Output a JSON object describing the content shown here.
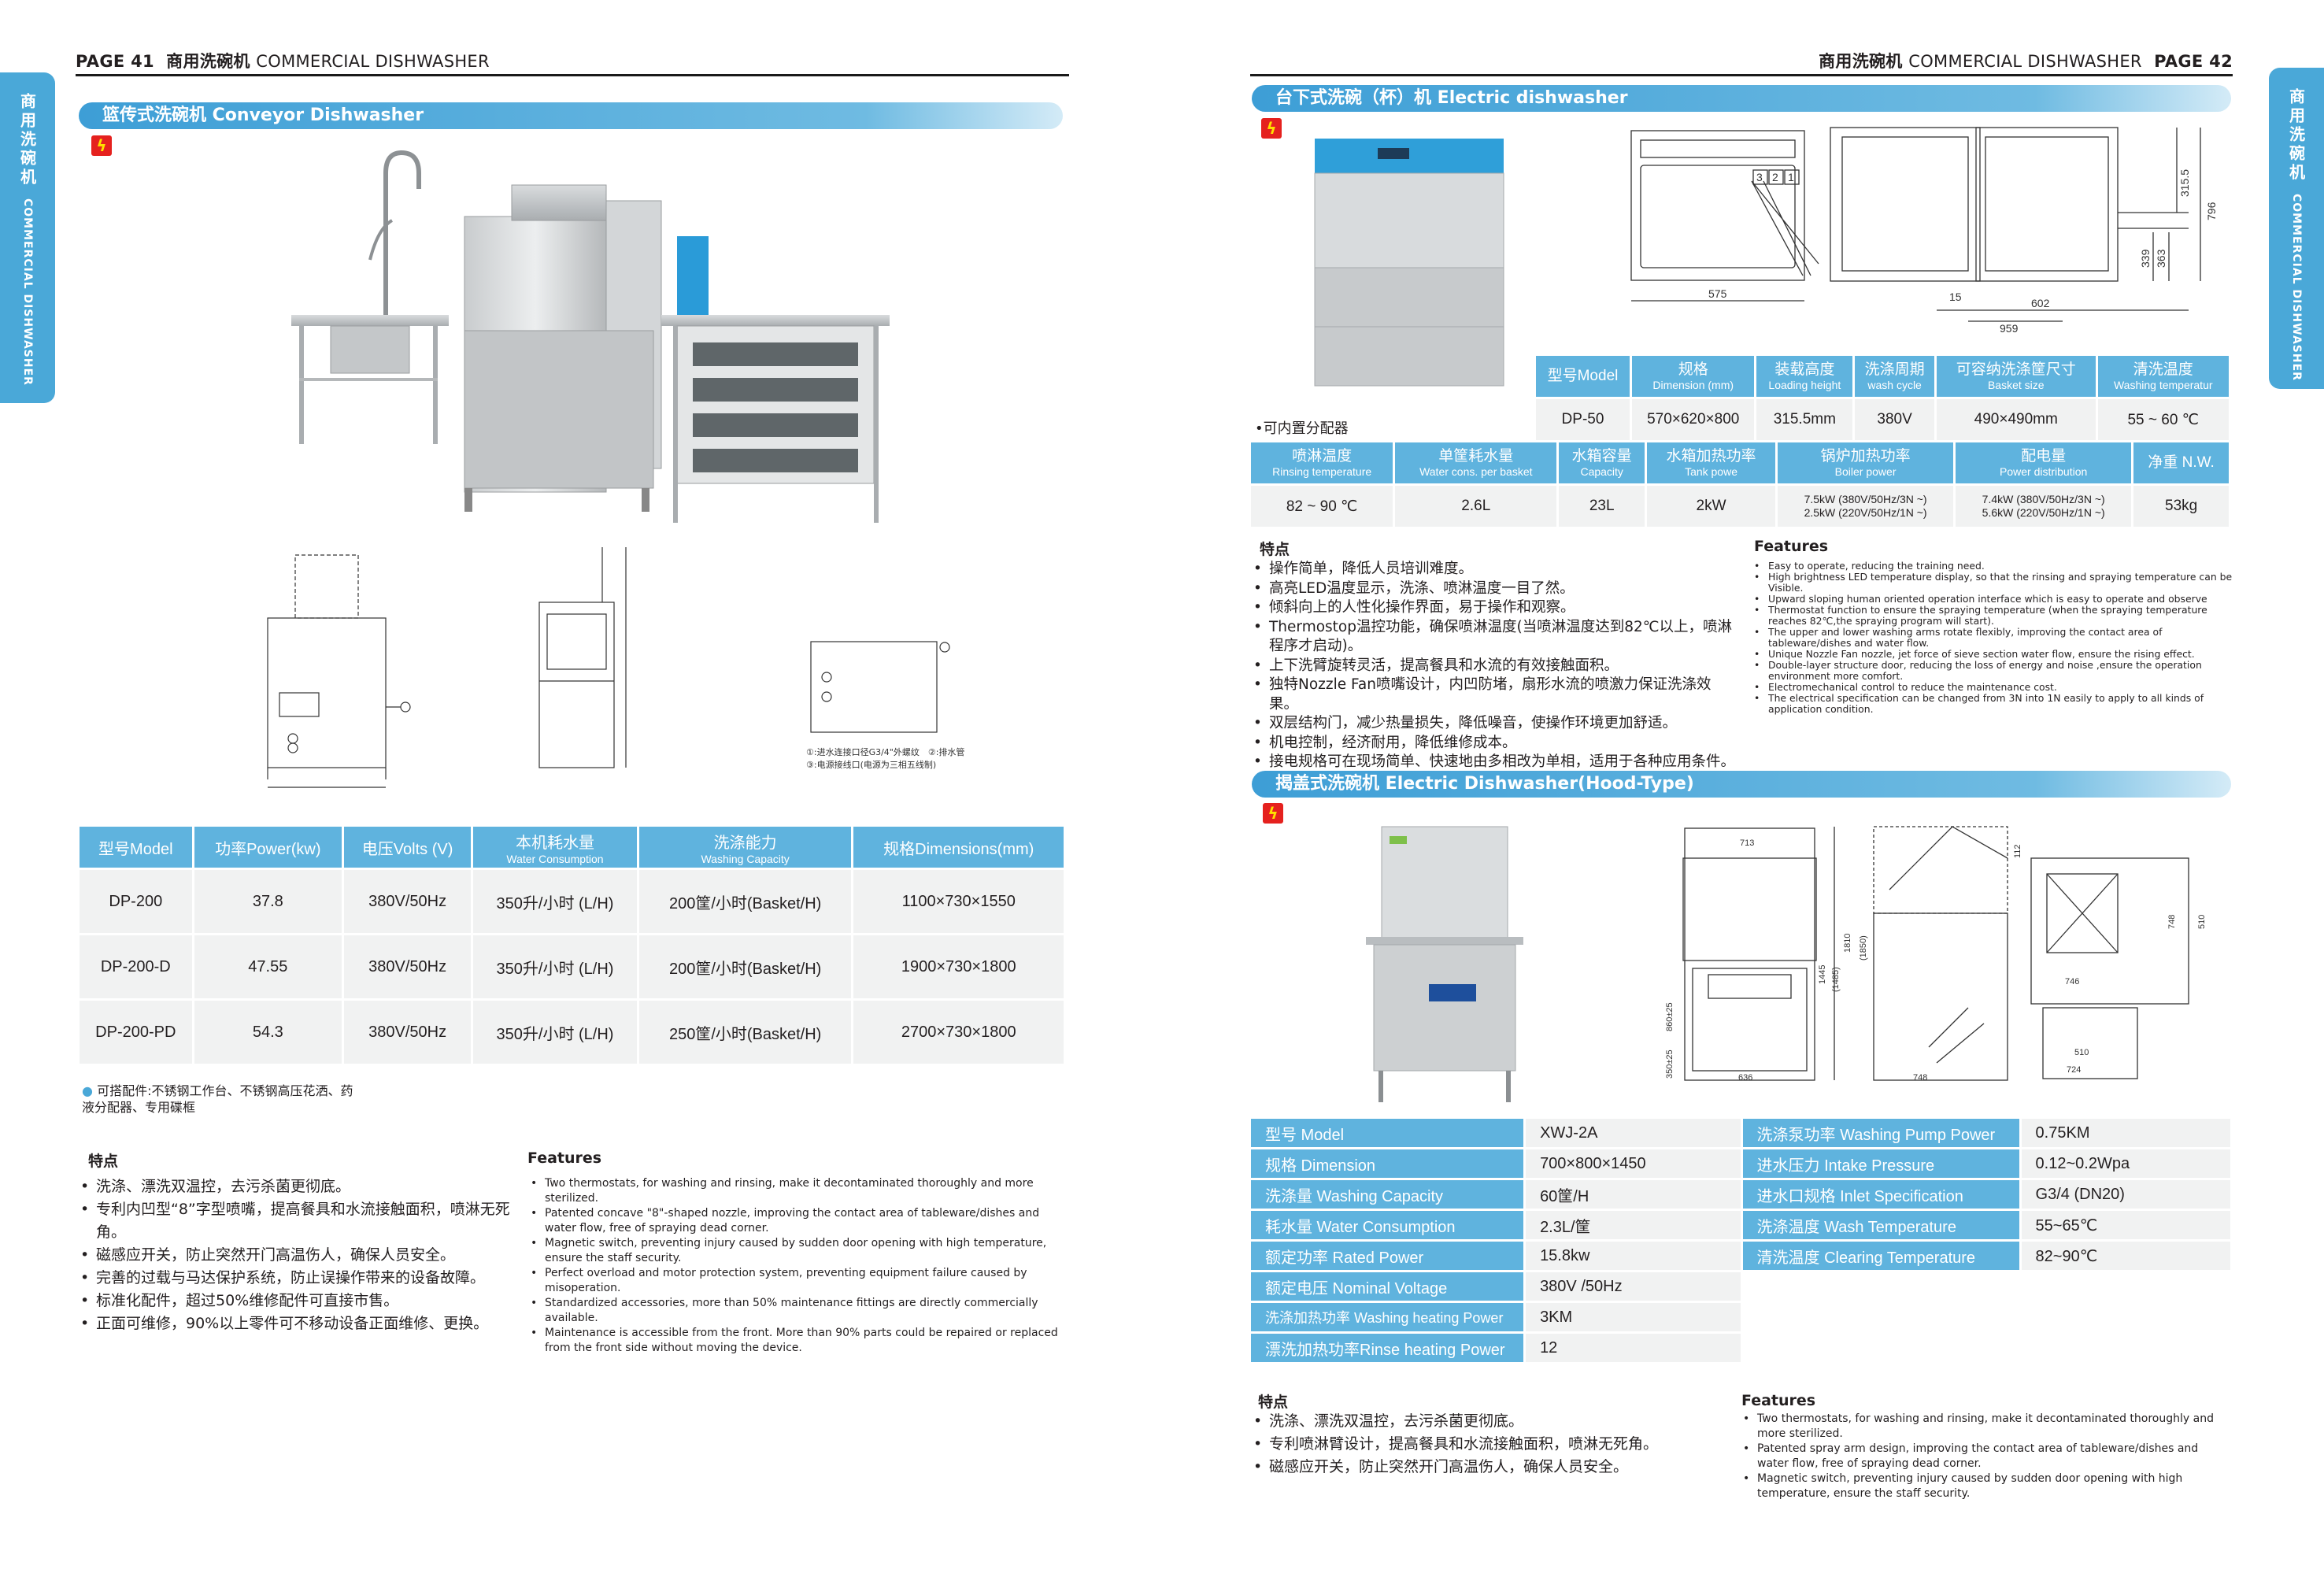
{
  "page_left": {
    "header": {
      "page_no": "PAGE 41",
      "title_cn": "商用洗碗机",
      "title_en": "COMMERCIAL DISHWASHER"
    },
    "side_tab": {
      "cn": "商用洗碗机",
      "en": "COMMERCIAL DISHWASHER"
    },
    "section": {
      "title": "篮传式洗碗机 Conveyor Dishwasher"
    },
    "drawing_note1": "①:进水连接口径G3/4\"外螺纹　②:排水管",
    "drawing_note2": "③:电源接线口(电源为三相五线制)",
    "table": {
      "headers": [
        {
          "main": "型号Model",
          "sub": ""
        },
        {
          "main": "功率Power(kw)",
          "sub": ""
        },
        {
          "main": "电压Volts (V)",
          "sub": ""
        },
        {
          "main": "本机耗水量",
          "sub": "Water Consumption"
        },
        {
          "main": "洗涤能力",
          "sub": "Washing Capacity"
        },
        {
          "main": "规格Dimensions(mm)",
          "sub": ""
        }
      ],
      "rows": [
        [
          "DP-200",
          "37.8",
          "380V/50Hz",
          "350升/小时 (L/H)",
          "200筐/小时(Basket/H)",
          "1100×730×1550"
        ],
        [
          "DP-200-D",
          "47.55",
          "380V/50Hz",
          "350升/小时 (L/H)",
          "200筐/小时(Basket/H)",
          "1900×730×1800"
        ],
        [
          "DP-200-PD",
          "54.3",
          "380V/50Hz",
          "350升/小时 (L/H)",
          "250筐/小时(Basket/H)",
          "2700×730×1800"
        ]
      ]
    },
    "accessory_note": "可搭配件:不锈钢工作台、不锈钢高压花洒、药液分配器、专用碟框",
    "features_cn_title": "特点",
    "features_cn": [
      "洗涤、漂洗双温控，去污杀菌更彻底。",
      "专利内凹型“8”字型喷嘴，提高餐具和水流接触面积，喷淋无死角。",
      "磁感应开关，防止突然开门高温伤人，确保人员安全。",
      "完善的过载与马达保护系统，防止误操作带来的设备故障。",
      "标准化配件，超过50%维修配件可直接市售。",
      "正面可维修，90%以上零件可不移动设备正面维修、更换。"
    ],
    "features_en_title": "Features",
    "features_en": [
      "Two thermostats, for washing and rinsing, make it decontaminated thoroughly and more sterilized.",
      "Patented concave \"8\"-shaped nozzle, improving the contact area of tableware/dishes and water flow, free of spraying dead corner.",
      "Magnetic switch, preventing injury caused by sudden door opening with high temperature, ensure the staff security.",
      "Perfect overload and motor protection system, preventing equipment failure caused by misoperation.",
      "Standardized accessories, more than 50% maintenance fittings are directly commercially available.",
      "Maintenance is accessible from the front. More than 90% parts could be repaired or replaced from the front side without moving the device."
    ]
  },
  "page_right": {
    "header": {
      "page_no": "PAGE 42",
      "title_cn": "商用洗碗机",
      "title_en": "COMMERCIAL DISHWASHER"
    },
    "side_tab": {
      "cn": "商用洗碗机",
      "en": "COMMERCIAL DISHWASHER"
    },
    "section1": {
      "title": "台下式洗碗（杯）机 Electric dishwasher",
      "dispenser_note": "•可内置分配器",
      "dims": {
        "w575": "575",
        "d602": "602",
        "d959": "959",
        "s15": "15",
        "h315": "315.5",
        "h796": "796",
        "h339": "339",
        "h363": "363",
        "c3": "3",
        "c2": "2",
        "c1": "1"
      },
      "table_top": {
        "headers": [
          {
            "main": "型号Model",
            "sub": ""
          },
          {
            "main": "规格",
            "sub": "Dimension (mm)"
          },
          {
            "main": "装载高度",
            "sub": "Loading height"
          },
          {
            "main": "洗涤周期",
            "sub": "wash cycle"
          },
          {
            "main": "可容纳洗涤筐尺寸",
            "sub": "Basket size"
          },
          {
            "main": "清洗温度",
            "sub": "Washing temperatur"
          }
        ],
        "row": [
          "DP-50",
          "570×620×800",
          "315.5mm",
          "380V",
          "490×490mm",
          "55 ~ 60 ℃"
        ]
      },
      "table_bottom": {
        "headers": [
          {
            "main": "喷淋温度",
            "sub": "Rinsing temperature"
          },
          {
            "main": "单筐耗水量",
            "sub": "Water cons. per basket"
          },
          {
            "main": "水箱容量",
            "sub": "Capacity"
          },
          {
            "main": "水箱加热功率",
            "sub": "Tank powe"
          },
          {
            "main": "锅炉加热功率",
            "sub": "Boiler power"
          },
          {
            "main": "配电量",
            "sub": "Power distribution"
          },
          {
            "main": "净重 N.W.",
            "sub": ""
          }
        ],
        "row": [
          "82 ~ 90 ℃",
          "2.6L",
          "23L",
          "2kW",
          "7.5kW (380V/50Hz/3N ~)\n2.5kW (220V/50Hz/1N ~)",
          "7.4kW (380V/50Hz/3N ~)\n5.6kW (220V/50Hz/1N ~)",
          "53kg"
        ]
      },
      "features_cn_title": "特点",
      "features_cn": [
        "操作简单，降低人员培训难度。",
        "高亮LED温度显示，洗涤、喷淋温度一目了然。",
        "倾斜向上的人性化操作界面，易于操作和观察。",
        "Thermostop温控功能，确保喷淋温度(当喷淋温度达到82℃以上，喷淋程序才启动)。",
        "上下洗臂旋转灵活，提高餐具和水流的有效接触面积。",
        "独特Nozzle Fan喷嘴设计，内凹防堵，扇形水流的喷激力保证洗涤效果。",
        "双层结构门，减少热量损失，降低噪音，使操作环境更加舒适。",
        "机电控制，经济耐用，降低维修成本。",
        "接电规格可在现场简单、快速地由多相改为单相，适用于各种应用条件。"
      ],
      "features_en_title": "Features",
      "features_en": [
        "Easy to operate, reducing the training need.",
        "High brightness LED temperature display, so that the rinsing and spraying temperature can be Visible.",
        "Upward sloping human oriented operation interface which is easy to operate and observe",
        "Thermostat function to ensure the spraying temperature (when the spraying temperature reaches 82℃,the spraying program will start).",
        "The upper and lower washing arms rotate flexibly, improving the contact area of tableware/dishes and water flow.",
        "Unique Nozzle Fan nozzle, jet force of sieve section water flow, ensure the rising effect.",
        "Double-layer structure door, reducing the loss of energy and noise ,ensure the operation environment more comfort.",
        "Electromechanical control to reduce the maintenance cost.",
        "The electrical specification can be changed from 3N into 1N easily to apply to all kinds of application condition."
      ]
    },
    "section2": {
      "title": "揭盖式洗碗机 Electric Dishwasher(Hood-Type)",
      "dims": {
        "d713": "713",
        "d636": "636",
        "d748": "748",
        "d746": "746",
        "d724": "724",
        "d510": "510",
        "d112": "112",
        "d1445": "1445",
        "d1485": "(1485)",
        "d1810": "1810",
        "d1850": "(1850)",
        "d860": "860±25",
        "d350": "350±25",
        "d748v": "748",
        "d510v": "510"
      },
      "spec_table": [
        [
          "型号 Model",
          "XWJ-2A",
          "洗涤泵功率 Washing Pump Power",
          "0.75KM"
        ],
        [
          "规格 Dimension",
          "700×800×1450",
          "进水压力 Intake Pressure",
          "0.12~0.2Wpa"
        ],
        [
          "洗涤量 Washing Capacity",
          "60筐/H",
          "进水口规格 Inlet Specification",
          "G3/4 (DN20)"
        ],
        [
          "耗水量 Water Consumption",
          "2.3L/筐",
          "洗涤温度 Wash Temperature",
          "55~65℃"
        ],
        [
          "额定功率 Rated Power",
          "15.8kw",
          "清洗温度 Clearing Temperature",
          "82~90℃"
        ],
        [
          "额定电压 Nominal Voltage",
          "380V /50Hz",
          "",
          ""
        ],
        [
          "洗涤加热功率 Washing heating Power",
          "3KM",
          "",
          ""
        ],
        [
          "漂洗加热功率Rinse heating Power",
          "12",
          "",
          ""
        ]
      ],
      "features_cn_title": "特点",
      "features_cn": [
        "洗涤、漂洗双温控，去污杀菌更彻底。",
        "专利喷淋臂设计，提高餐具和水流接触面积，喷淋无死角。",
        "磁感应开关，防止突然开门高温伤人，确保人员安全。"
      ],
      "features_en_title": "Features",
      "features_en": [
        "Two thermostats, for washing and rinsing, make it decontaminated thoroughly and more sterilized.",
        "Patented spray arm design, improving the contact area of tableware/dishes and water flow, free of spraying dead corner.",
        "Magnetic switch, preventing injury caused by sudden door opening with high temperature, ensure the staff security."
      ]
    }
  },
  "colors": {
    "accent": "#5fb3de",
    "bolt_bg": "#e5211e",
    "cell_bg": "#f1f2f2"
  },
  "icons": {
    "bolt": "lightning-icon"
  }
}
